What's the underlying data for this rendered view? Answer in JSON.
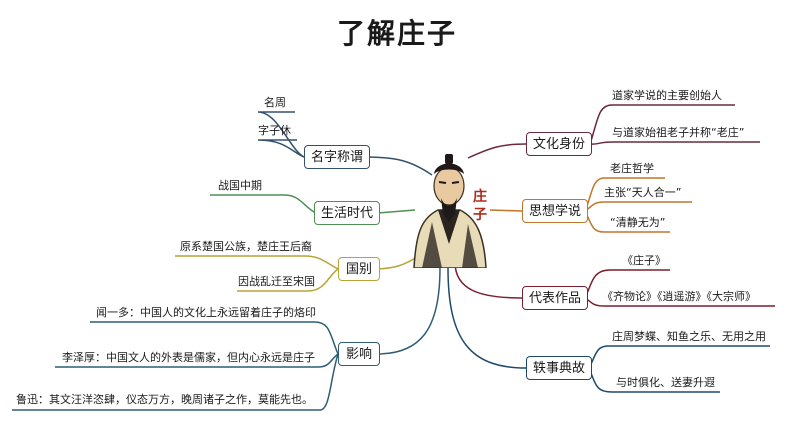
{
  "title": "了解庄子",
  "center": {
    "label": "庄子",
    "icon": "zhuangzi-portrait"
  },
  "colors": {
    "name": "#35506b",
    "era": "#4e8f55",
    "state": "#b8a337",
    "influence": "#2f5d73",
    "identity": "#6b2a3b",
    "thought": "#c0762b",
    "works": "#7a1f2e",
    "anecdotes": "#1e4a6a"
  },
  "branches": {
    "name": {
      "label": "名字称谓",
      "items": [
        "名周",
        "字子休"
      ]
    },
    "era": {
      "label": "生活时代",
      "items": [
        "战国中期"
      ]
    },
    "state": {
      "label": "国别",
      "items": [
        "原系楚国公族，楚庄王后裔",
        "因战乱迁至宋国"
      ]
    },
    "influence": {
      "label": "影响",
      "items": [
        "闻一多：中国人的文化上永远留着庄子的烙印",
        "李泽厚：中国文人的外表是儒家，但内心永远是庄子",
        "鲁迅：其文汪洋恣肆，仪态万方，晚周诸子之作，莫能先也。"
      ]
    },
    "identity": {
      "label": "文化身份",
      "items": [
        "道家学说的主要创始人",
        "与道家始祖老子并称“老庄”"
      ]
    },
    "thought": {
      "label": "思想学说",
      "items": [
        "老庄哲学",
        "主张“天人合一”",
        "“清静无为”"
      ]
    },
    "works": {
      "label": "代表作品",
      "items": [
        "《庄子》",
        "《齐物论》《逍遥游》《大宗师》"
      ]
    },
    "anecdotes": {
      "label": "轶事典故",
      "items": [
        "庄周梦蝶、知鱼之乐、无用之用",
        "与时俱化、送妻升遐"
      ]
    }
  }
}
